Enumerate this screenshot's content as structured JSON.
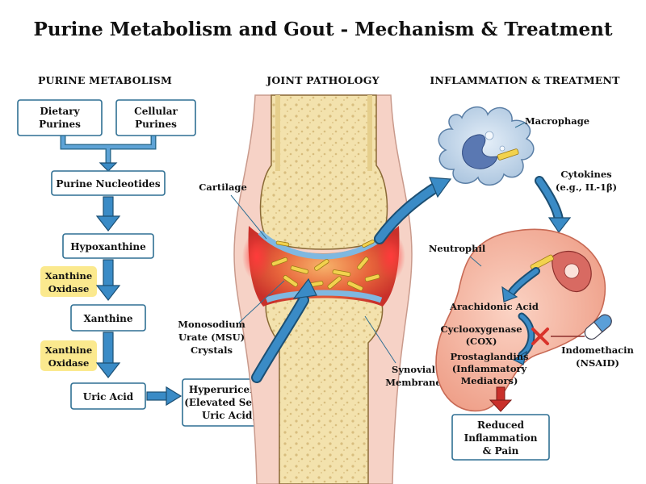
{
  "title": "Purine Metabolism and Gout - Mechanism & Treatment",
  "sections": {
    "purine": "PURINE METABOLISM",
    "joint": "JOINT PATHOLOGY",
    "inflammation": "INFLAMMATION & TREATMENT"
  },
  "purine_pathway": {
    "dietary": [
      "Dietary",
      "Purines"
    ],
    "cellular": [
      "Cellular",
      "Purines"
    ],
    "nucleotides": "Purine Nucleotides",
    "hypoxanthine": "Hypoxanthine",
    "enzyme1": [
      "Xanthine",
      "Oxidase"
    ],
    "xanthine": "Xanthine",
    "enzyme2": [
      "Xanthine",
      "Oxidase"
    ],
    "uric_acid": "Uric Acid",
    "hyperuricemia": [
      "Hyperuricemia",
      "(Elevated Serum",
      "Uric Acid)"
    ]
  },
  "joint_labels": {
    "cartilage": "Cartilage",
    "msu": [
      "Monosodium",
      "Urate (MSU)",
      "Crystals"
    ],
    "synovial": [
      "Synovial",
      "Membrane"
    ]
  },
  "inflammation_labels": {
    "macrophage": "Macrophage",
    "cytokines": [
      "Cytokines",
      "(e.g., IL-1β)"
    ],
    "neutrophil": "Neutrophil",
    "arachidonic": "Arachidonic Acid",
    "cox": [
      "Cyclooxygenase",
      "(COX)"
    ],
    "prostaglandins": [
      "Prostaglandins",
      "(Inflammatory",
      "Mediators)"
    ],
    "drug": [
      "Indomethacin",
      "(NSAID)"
    ],
    "outcome": [
      "Reduced",
      "Inflammation",
      "& Pain"
    ]
  },
  "colors": {
    "box_border": "#2f6f93",
    "arrow_blue": "#3a8bc6",
    "enzyme_highlight": "#fbe98e",
    "inflammation_red": "#d9332b",
    "bone": "#f4e6b4"
  }
}
